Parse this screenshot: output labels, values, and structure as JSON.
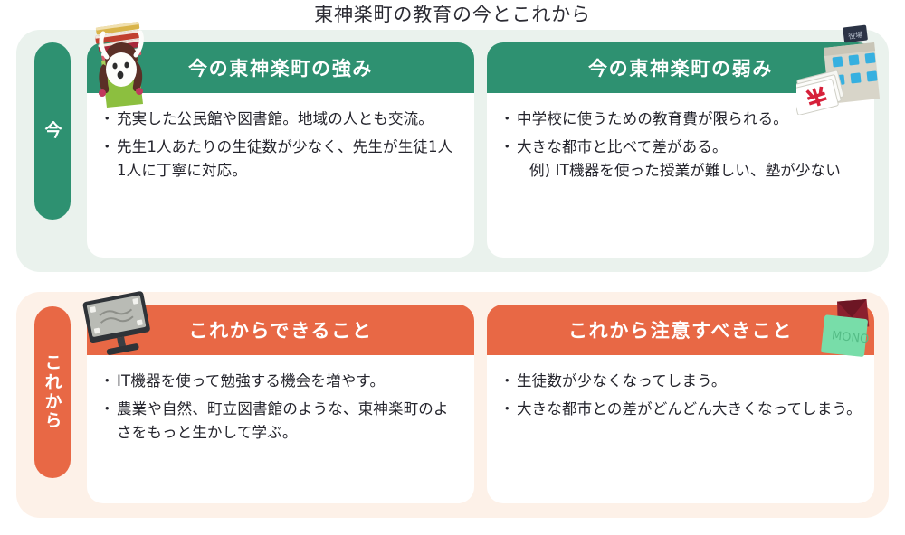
{
  "title": "東神楽町の教育の今とこれから",
  "colors": {
    "green": "#2e9171",
    "green_bg": "#eaf2ed",
    "orange": "#e86845",
    "orange_bg": "#fdf1e8",
    "card": "#ffffff",
    "text": "#24242c"
  },
  "sections": [
    {
      "era_label": "今",
      "panels": [
        {
          "header": "今の東神楽町の強み",
          "bullets": [
            {
              "text": "充実した公民館や図書館。地域の人とも交流。",
              "note": ""
            },
            {
              "text": "先生1人あたりの生徒数が少なく、先生が生徒1人1人に丁寧に対応。",
              "note": ""
            }
          ]
        },
        {
          "header": "今の東神楽町の弱み",
          "bullets": [
            {
              "text": "中学校に使うための教育費が限られる。",
              "note": ""
            },
            {
              "text": "大きな都市と比べて差がある。",
              "note": "例) IT機器を使った授業が難しい、塾が少ない"
            }
          ]
        }
      ]
    },
    {
      "era_label": "これから",
      "panels": [
        {
          "header": "これからできること",
          "bullets": [
            {
              "text": "IT機器を使って勉強する機会を増やす。",
              "note": ""
            },
            {
              "text": "農業や自然、町立図書館のような、東神楽町のよさをもっと生かして学ぶ。",
              "note": ""
            }
          ]
        },
        {
          "header": "これから注意すべきこと",
          "bullets": [
            {
              "text": "生徒数が少なくなってしまう。",
              "note": ""
            },
            {
              "text": "大きな都市との差がどんどん大きくなってしまう。",
              "note": ""
            }
          ]
        }
      ]
    }
  ],
  "illustrations": {
    "books": "girl-carrying-books-illustration",
    "building": "school-building-and-money-envelopes-illustration",
    "monitor": "computer-monitor-illustration",
    "eraser": "green-eraser-illustration"
  }
}
